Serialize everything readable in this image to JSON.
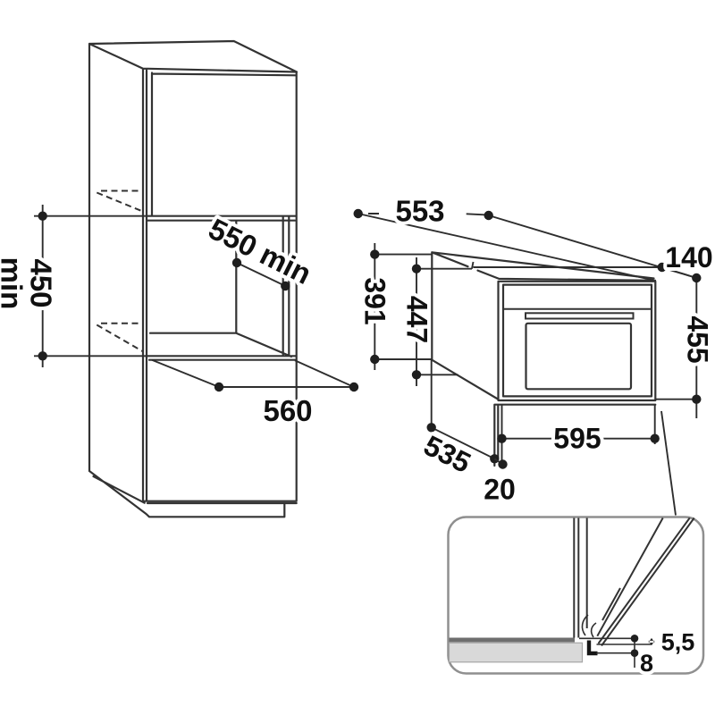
{
  "diagram": {
    "kind": "built-in-oven-installation-drawing",
    "cabinet": {
      "niche_height": {
        "value": "450",
        "suffix": "min"
      },
      "niche_depth": "550 min",
      "niche_width": "560"
    },
    "oven": {
      "top_depth": "553",
      "top_clearance": "140",
      "rear_height": "391",
      "mid_height": "447",
      "front_height": "455",
      "width": "595",
      "bottom_depth": "535",
      "door_offset": "20"
    },
    "detail": {
      "door_gap": "5,5",
      "bottom_gap": "8"
    },
    "colors": {
      "line": "#333333",
      "text": "#101010",
      "detail_border": "#8f8f8f",
      "dark_bar": "#6e6e6e",
      "light_band": "#d9d9d9"
    }
  }
}
